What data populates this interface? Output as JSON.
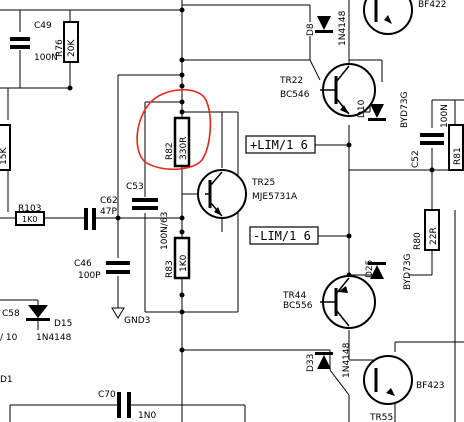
{
  "components": {
    "c49": {
      "ref": "C49",
      "value": "100N"
    },
    "r76": {
      "ref": "R76",
      "value": "20K"
    },
    "r_left": {
      "value": "15K"
    },
    "r103": {
      "ref": "R103",
      "value": "1K0"
    },
    "c62": {
      "ref": "C62",
      "value": "47P"
    },
    "c46": {
      "ref": "C46",
      "value": "100P"
    },
    "gnd3": {
      "label": "GND3"
    },
    "c53": {
      "ref": "C53",
      "value": "100N/63"
    },
    "r82": {
      "ref": "R82",
      "value": "330R"
    },
    "r83": {
      "ref": "R83",
      "value": "1K0"
    },
    "tr25": {
      "ref": "TR25",
      "value": "MJE5731A"
    },
    "d8": {
      "ref": "D8",
      "value": "1N4148"
    },
    "tr22": {
      "ref": "TR22",
      "value": "BC546"
    },
    "d10": {
      "ref": "D10",
      "value": "BYD73G"
    },
    "c52": {
      "ref": "C52",
      "value": "100N"
    },
    "r81": {
      "ref": "R81"
    },
    "r80": {
      "ref": "R80",
      "value": "22R"
    },
    "d25": {
      "ref": "D25",
      "value": "BYD73G"
    },
    "tr44": {
      "ref": "TR44",
      "value": "BC556"
    },
    "d33": {
      "ref": "D33",
      "value": "1N4148"
    },
    "tr55": {
      "ref": "TR55",
      "value": "BF423"
    },
    "tr_top": {
      "value": "BF422"
    },
    "c58": {
      "ref": "C58"
    },
    "d15": {
      "ref": "D15",
      "value": "1N4148"
    },
    "c58_note": {
      "value": "/ 10"
    },
    "d1": {
      "ref": "D1"
    },
    "c70": {
      "ref": "C70",
      "value": "1N0"
    }
  },
  "labels": {
    "lim_pos": "+LIM/1 6",
    "lim_neg": "-LIM/1 6"
  },
  "colors": {
    "wire": "#000000",
    "highlight": "#e8261e"
  }
}
